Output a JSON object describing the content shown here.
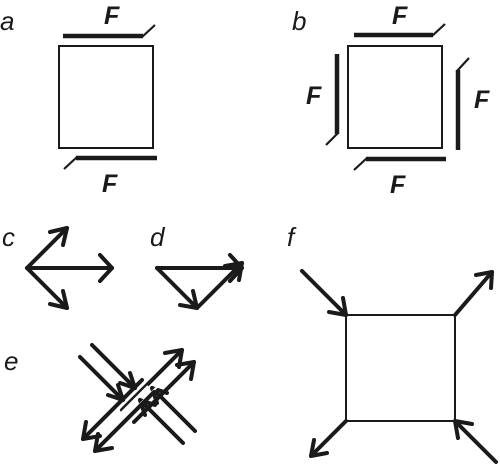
{
  "panels": {
    "a": {
      "letter": "a",
      "top_force": "F",
      "bottom_force": "F"
    },
    "b": {
      "letter": "b",
      "top_force": "F",
      "bottom_force": "F",
      "left_force": "F",
      "right_force": "F"
    },
    "c": {
      "letter": "c"
    },
    "d": {
      "letter": "d"
    },
    "e": {
      "letter": "e"
    },
    "f": {
      "letter": "f"
    }
  },
  "colors": {
    "ink": "#1a1a1a",
    "background": "#ffffff"
  }
}
